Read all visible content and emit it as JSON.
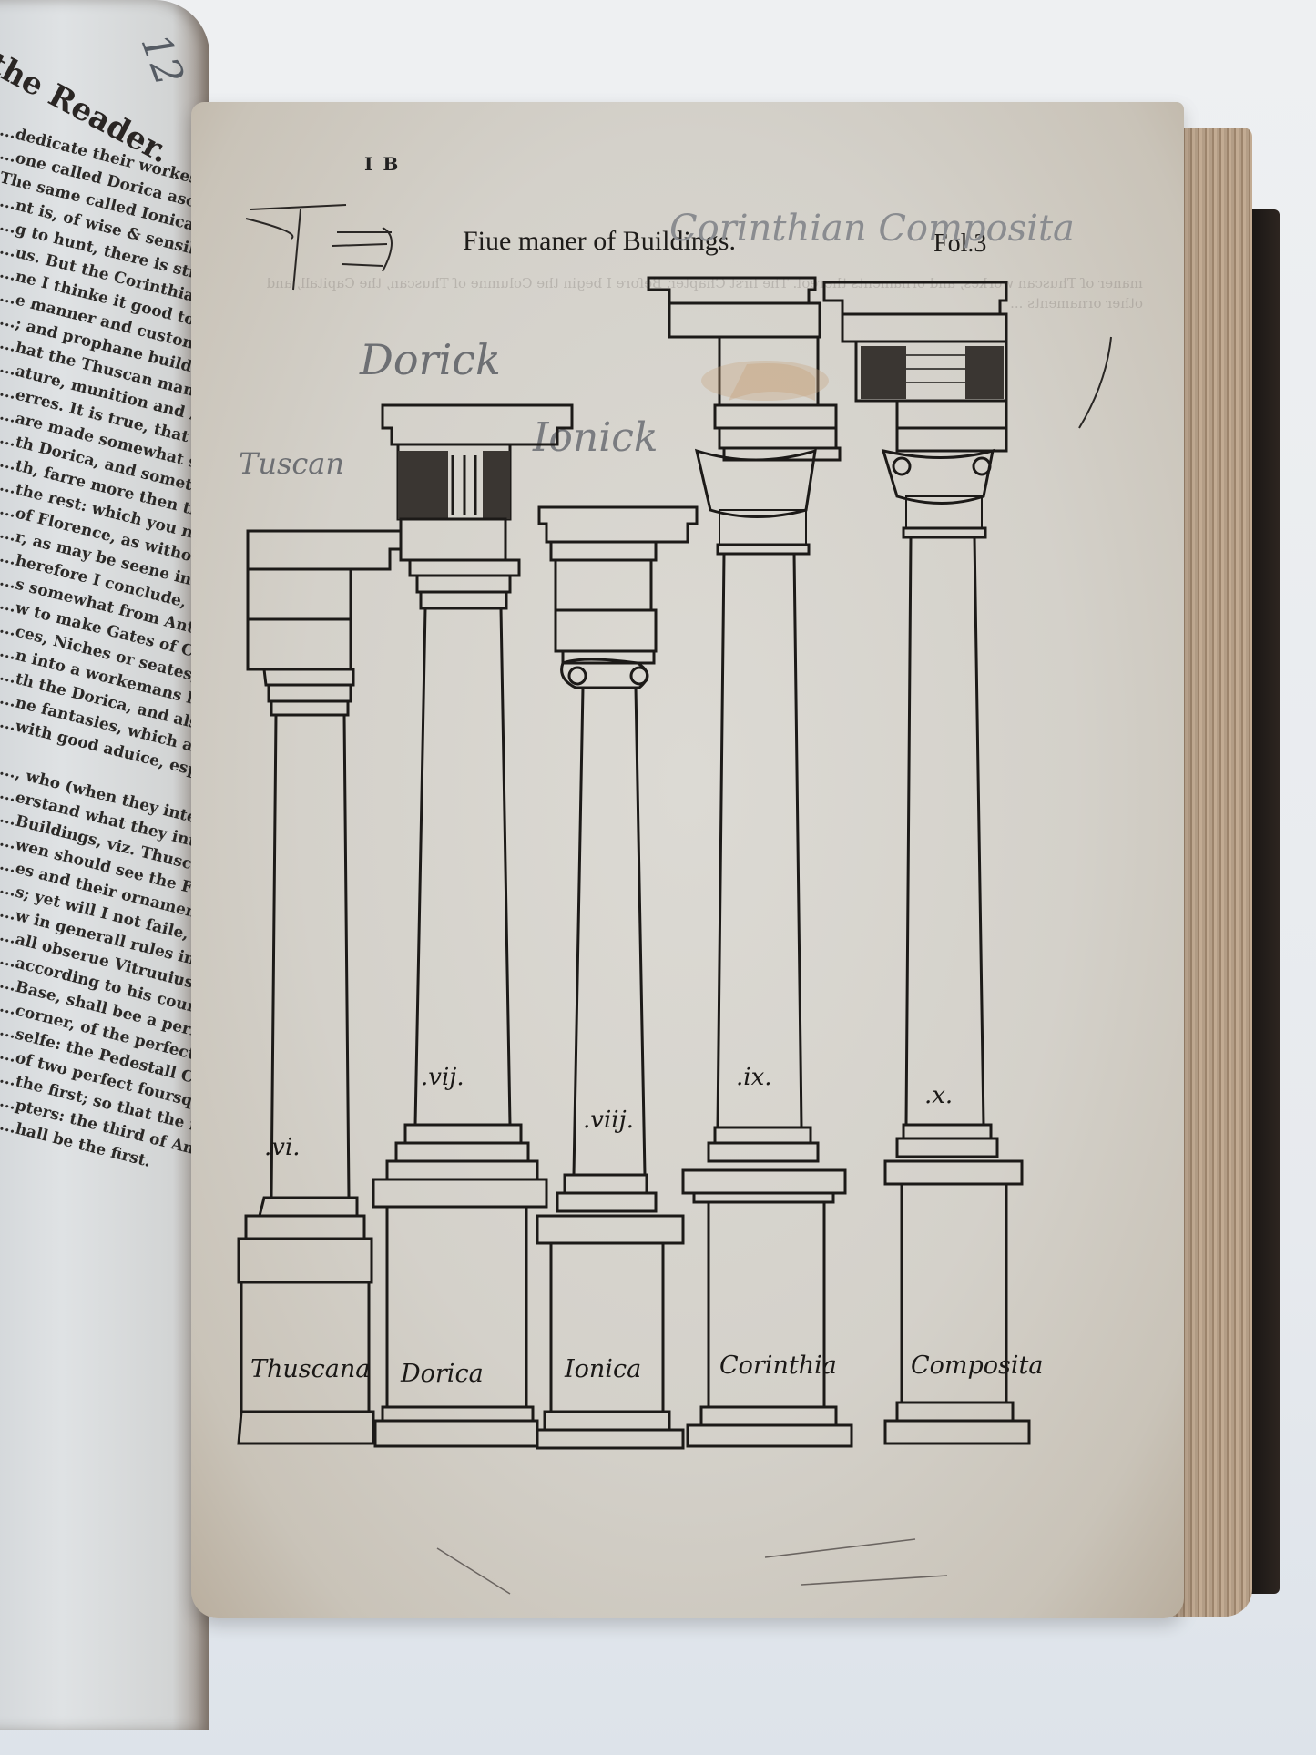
{
  "left_page": {
    "running_head": "the Reader.",
    "margin_note": "12",
    "lines": [
      "...dedicate their workes and Buildings to the",
      "...one called Dorica ascribed to the gods,",
      "The same called Ionica, is ascribed to the",
      "...nt is, of wise & sensible women, ...",
      "...g to hunt, there is strong: Apollo, ...",
      "...us.   But the Corinthia is taken of ...",
      "...ne I thinke it good to proceed in ...",
      "...e manner and customes of the ...",
      "...; and prophane buildings, as ...",
      "...hat the Thuscan maner (as ...",
      "...ature, munition and Artillery ...",
      "...erres.  It is true, that ...",
      "...are made somewhat smother, ...",
      "...th Dorica, and sometimes ...",
      "...th, farre more then the other ...",
      "...the rest: which you may ...",
      "...of Florence, as without in their ...",
      "...r, as may be seene in all Christendome ...",
      "...herefore I conclude, that such Buildings ...",
      "...s somewhat from Antiquities, ...",
      "...w to make Gates of Cities, Towers, ...",
      "...ces, Niches or seates, hollowed in ...",
      "...n into a workemans hands to doe ...",
      "...th the Dorica, and also with Ionica ...",
      "...ne fantasies, which a man may ...",
      "...with good aduice, especially in publike buildings",
      "",
      "..., who (when they intend to play any Comedie)",
      "...erstand what they intend to entreat of, ...",
      "...Buildings, viz. Thuscan, Dorica, Ionica, Co...",
      "...wen should see the Figures of all the ...",
      "...es and their ornaments, all the measures ...",
      "...s; yet will I not faile, as occasion shall ...",
      "...w in generall rules in an Introduction ...",
      "...all obserue Vitruuius order and termes, ...",
      "...according to his country speech.  And first, the ...",
      "...Base, shall bee a perfect foursquare.  The perfect",
      "...corner, of the perfect foursquare, placing it vp-",
      "...selfe: the Pedestall Corinthia, shall be a foursquare",
      "...of two perfect foursquares.  No, wonder not,",
      "...the first; so that the first Pedestall contayneth a",
      "...pters: the third of Antiquities shall of one Chap-",
      "...hall be the first."
    ]
  },
  "right_page": {
    "signature_mark": "I B",
    "header": "Fiue maner of Buildings.",
    "folio": "Fol.3",
    "handwritten_annotations": {
      "dorick": "Dorick",
      "ionick": "Ionick",
      "tuscan": "Tuscan",
      "corinthian_composite": "Corinthian Composita"
    },
    "show_through_text": "maner of Thuscan workes, and ornaments thereof. The first Chapter. Before I begin the Columne of Thuscan, the Capitall, and other ornaments ...",
    "columns": [
      {
        "order": "Thuscana",
        "proportion": ".vi."
      },
      {
        "order": "Dorica",
        "proportion": ".vij."
      },
      {
        "order": "Ionica",
        "proportion": ".viij."
      },
      {
        "order": "Corinthia",
        "proportion": ".ix."
      },
      {
        "order": "Composita",
        "proportion": ".x."
      }
    ]
  },
  "colors": {
    "paper": "#d6d3cc",
    "ink": "#1e1c1a",
    "binding": "#1f1a17",
    "background": "#e9ecef"
  }
}
